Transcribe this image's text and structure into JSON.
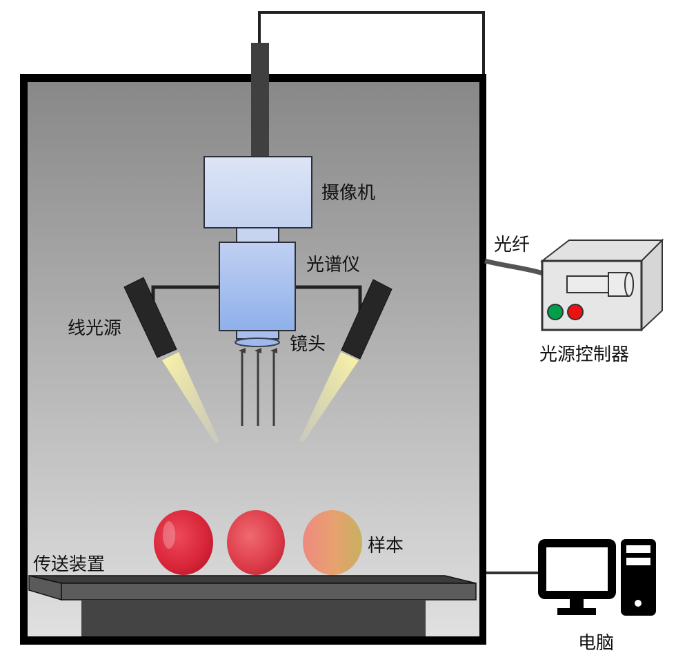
{
  "title": "高光谱成像系统示意图",
  "labels": {
    "camera": "摄像机",
    "spectrometer": "光谱仪",
    "line_light_source": "线光源",
    "lens": "镜头",
    "optical_fiber": "光纤",
    "light_source_controller": "光源控制器",
    "sample": "样本",
    "conveyor": "传送装置",
    "computer": "电脑"
  },
  "colors": {
    "enclosure_border": "#000000",
    "enclosure_top": "#8a8a8a",
    "enclosure_bottom": "#dedede",
    "camera_fill_top": "#dce4f6",
    "camera_fill_bottom": "#c3d2f0",
    "spectrometer_fill_top": "#bfd0f2",
    "spectrometer_fill_bottom": "#8fb0ea",
    "light_beam": "#f8f2a0",
    "lamp": "#262626",
    "button_green": "#00a04a",
    "button_red": "#ee1111",
    "apple_red": "#d8283a",
    "apple_yellow": "#d9b06a"
  },
  "samples": [
    {
      "name": "apple-1",
      "tone": "red"
    },
    {
      "name": "apple-2",
      "tone": "red"
    },
    {
      "name": "apple-3",
      "tone": "yellow-red"
    }
  ]
}
